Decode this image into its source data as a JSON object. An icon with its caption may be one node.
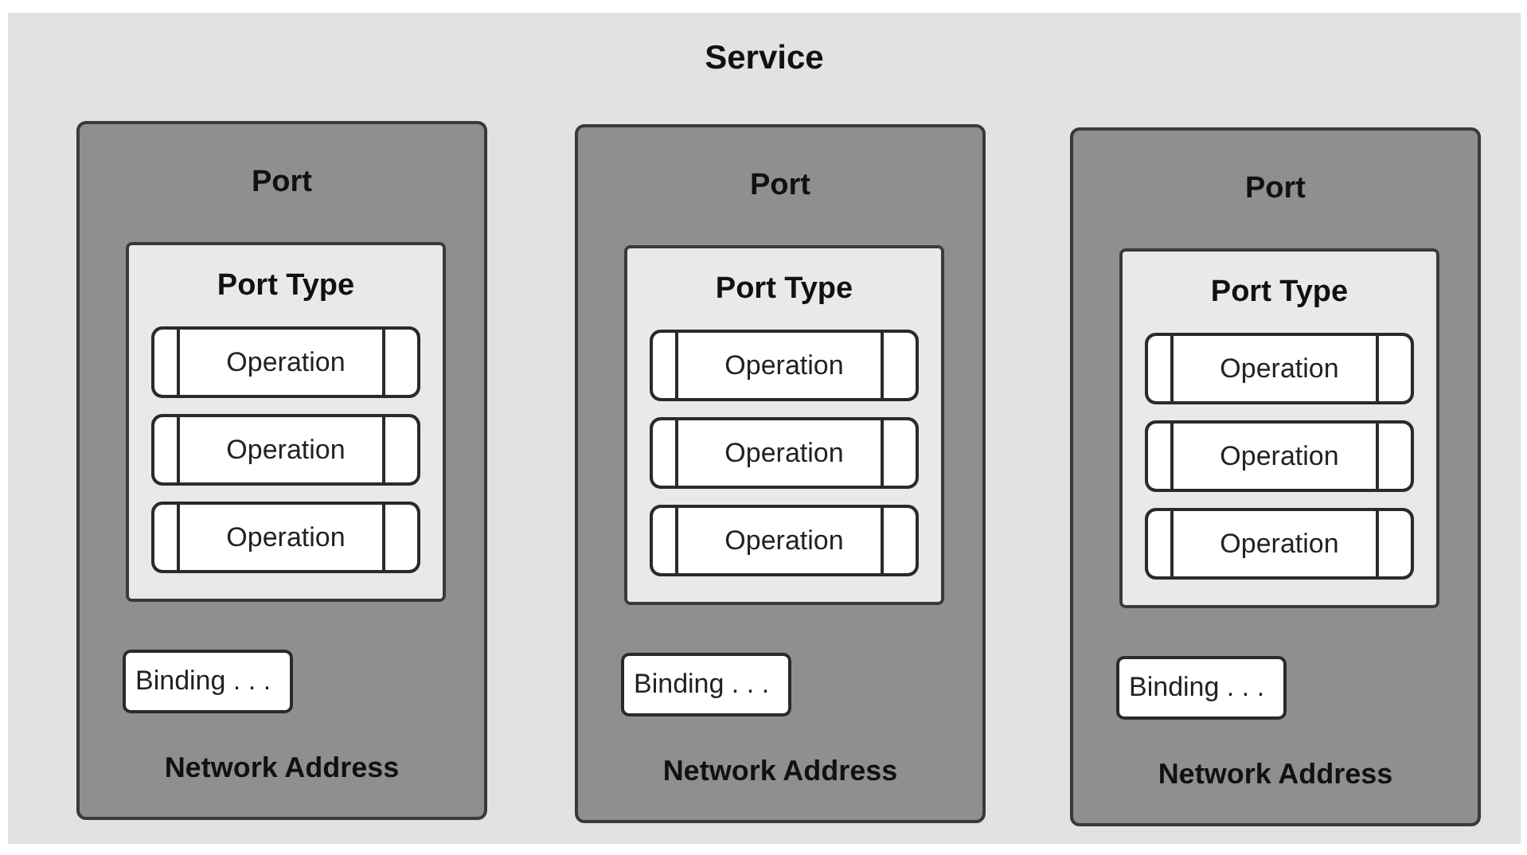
{
  "diagram": {
    "nodes": [
      {
        "text": [
          "Service"
        ]
      },
      {
        "text": [
          "Port",
          "Network Address"
        ],
        "in": 0
      },
      {
        "text": [
          "Port Type"
        ],
        "in": 1
      },
      {
        "text": [
          "Operation"
        ],
        "in": 2
      },
      {
        "text": [
          "Operation"
        ],
        "in": 2
      },
      {
        "text": [
          "Operation"
        ],
        "in": 2
      },
      {
        "text": [
          "Binding . . ."
        ],
        "in": 1
      },
      {
        "text": [
          "Port",
          "Network Address"
        ],
        "in": 0
      },
      {
        "text": [
          "Port Type"
        ],
        "in": 7
      },
      {
        "text": [
          "Operation"
        ],
        "in": 8
      },
      {
        "text": [
          "Operation"
        ],
        "in": 8
      },
      {
        "text": [
          "Operation"
        ],
        "in": 8
      },
      {
        "text": [
          "Binding . . ."
        ],
        "in": 7
      },
      {
        "text": [
          "Port",
          "Network Address"
        ],
        "in": 0
      },
      {
        "text": [
          "Port Type"
        ],
        "in": 13
      },
      {
        "text": [
          "Operation"
        ],
        "in": 14
      },
      {
        "text": [
          "Operation"
        ],
        "in": 14
      },
      {
        "text": [
          "Operation"
        ],
        "in": 14
      },
      {
        "text": [
          "Binding . . ."
        ],
        "in": 13
      }
    ]
  }
}
